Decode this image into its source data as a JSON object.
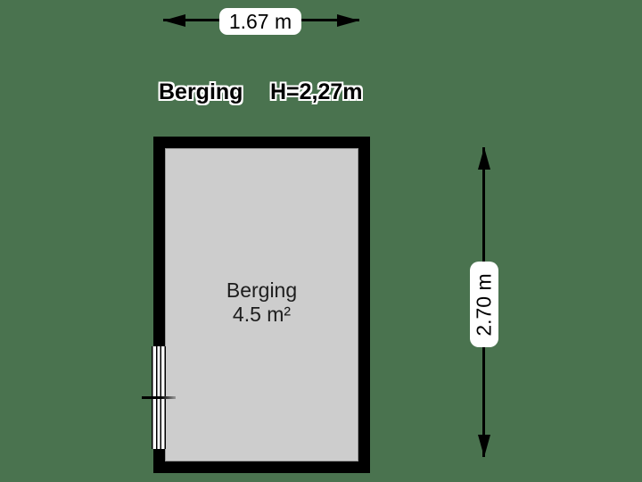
{
  "plan": {
    "title": "Berging",
    "ceiling_height": "H=2,27m",
    "room": {
      "name": "Berging",
      "area": "4.5 m²"
    },
    "dimensions": {
      "width": "1.67 m",
      "height": "2.70 m"
    }
  },
  "colors": {
    "background": "#4a734f",
    "wall": "#000000",
    "floor": "#cdcdcd",
    "floor_border": "#9b9b9b",
    "badge_bg": "#ffffff",
    "text": "#000000"
  }
}
